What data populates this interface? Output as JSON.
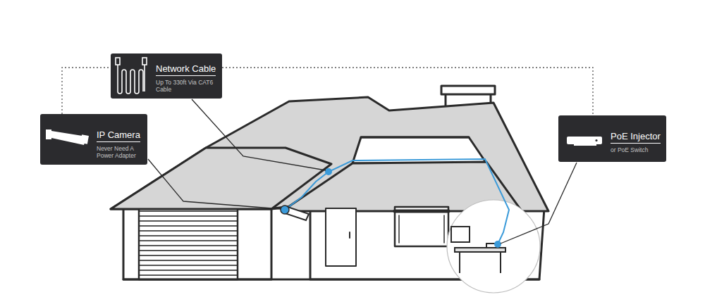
{
  "diagram": {
    "nodes": [
      {
        "text": [
          "Network Cable",
          "Up To 330ft Via CAT6 Cable"
        ]
      },
      {
        "text": [
          "IP Camera",
          "Never Need A Power Adapter"
        ]
      },
      {
        "text": [
          "PoE Injector",
          "or PoE Switch"
        ]
      }
    ],
    "edges": [
      {
        "from": 1,
        "to": 0,
        "arrow": "none"
      },
      {
        "from": 0,
        "to": 2,
        "arrow": "none"
      }
    ]
  }
}
